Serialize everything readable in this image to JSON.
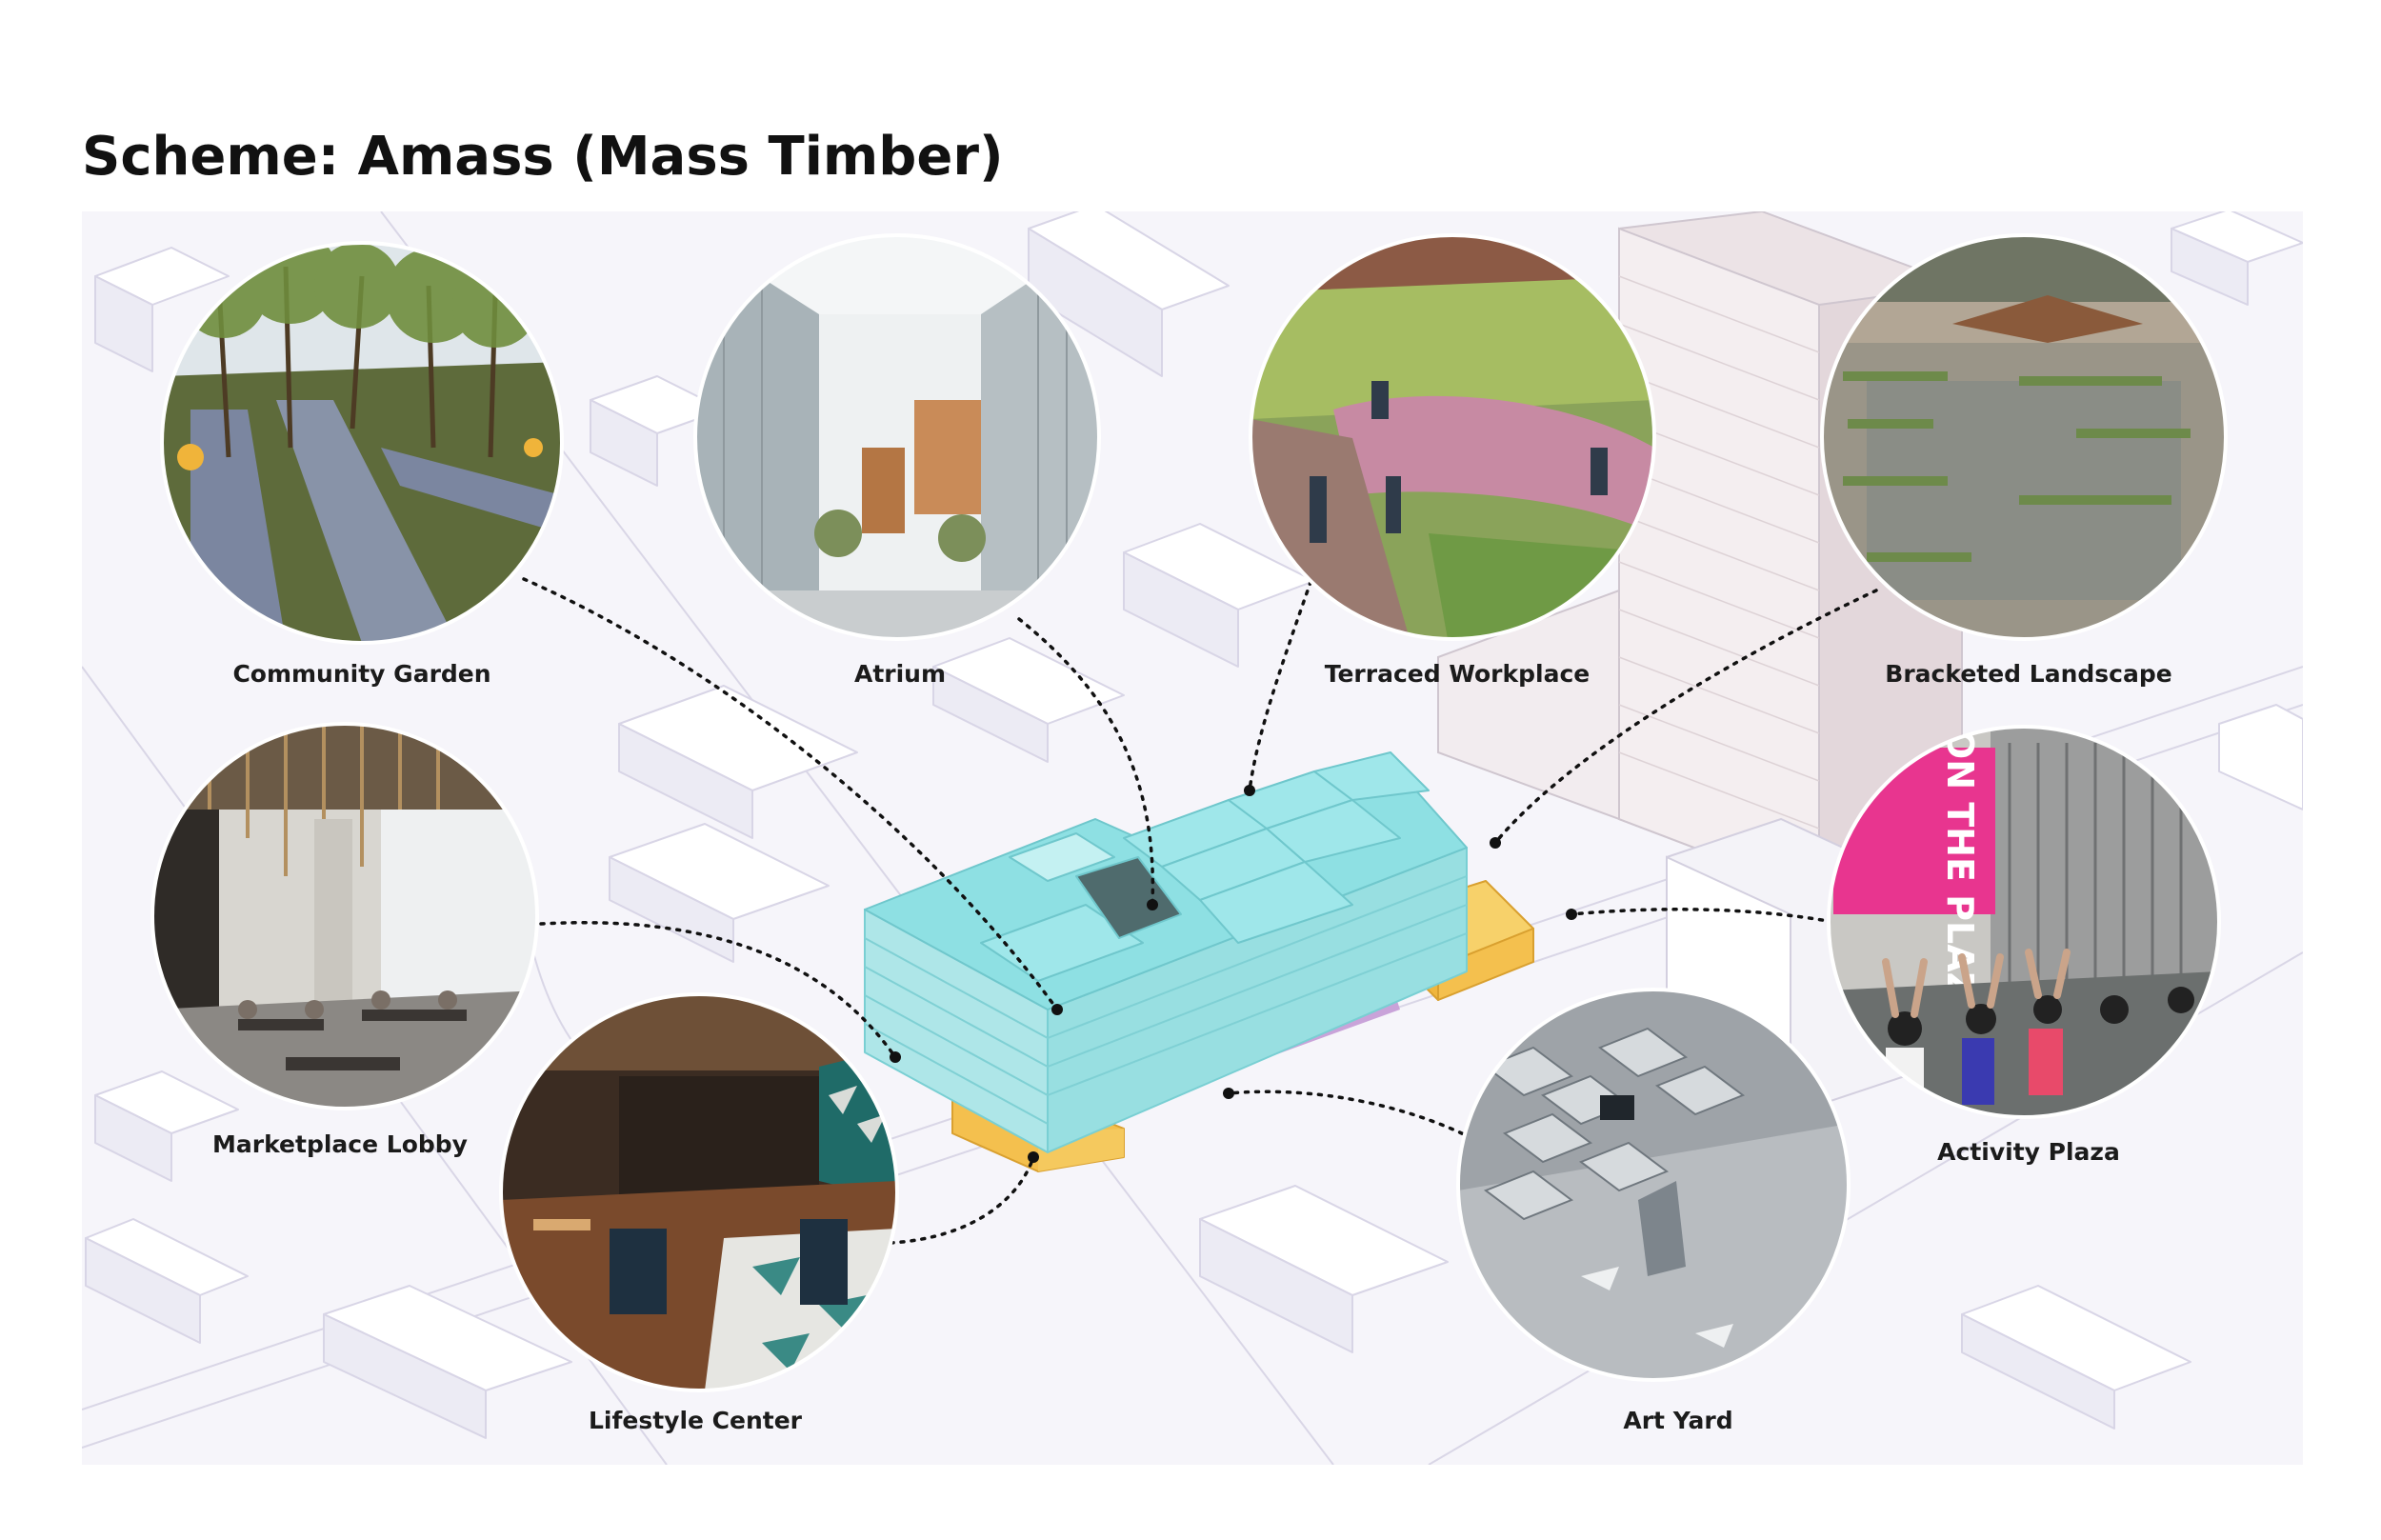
{
  "title": "Scheme: Amass (Mass Timber)",
  "colors": {
    "mass_timber_roof": "#8fe3e3",
    "mass_timber_side": "#a6eaea",
    "podium_yellow": "#f4c04e",
    "podium_purple": "#c9a3d9",
    "context_buildings": "#ffffff",
    "context_shadow": "#e9e7f1",
    "ground": "#f5f4f9",
    "leader_line": "#111111"
  },
  "programs": [
    {
      "id": "community-garden",
      "label": "Community Garden"
    },
    {
      "id": "atrium",
      "label": "Atrium"
    },
    {
      "id": "terraced-workplace",
      "label": "Terraced Workplace"
    },
    {
      "id": "bracketed-landscape",
      "label": "Bracketed Landscape"
    },
    {
      "id": "marketplace-lobby",
      "label": "Marketplace Lobby"
    },
    {
      "id": "lifestyle-center",
      "label": "Lifestyle Center"
    },
    {
      "id": "art-yard",
      "label": "Art Yard"
    },
    {
      "id": "activity-plaza",
      "label": "Activity Plaza"
    }
  ],
  "billboard_text": "YOU ON THE PLAZA"
}
